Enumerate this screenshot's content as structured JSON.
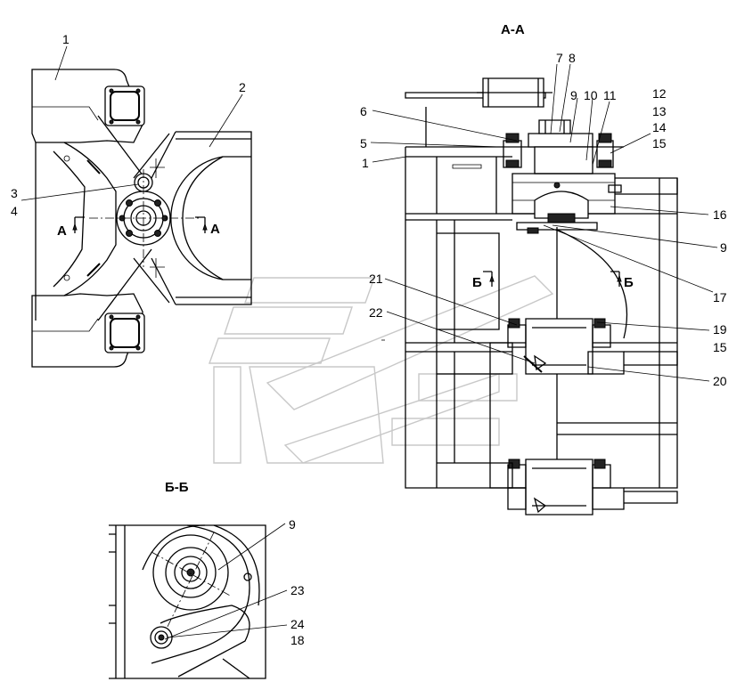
{
  "views": {
    "section_aa": "А-А",
    "section_bb": "Б-Б",
    "cut_a_left": "А",
    "cut_a_right": "А",
    "cut_b_left": "Б",
    "cut_b_right": "Б"
  },
  "callouts": {
    "left": {
      "c1": "1",
      "c2": "2",
      "c3": "3",
      "c4": "4"
    },
    "aa": {
      "c7": "7",
      "c8": "8",
      "c6": "6",
      "c9": "9",
      "c10": "10",
      "c11": "11",
      "c12": "12",
      "c13": "13",
      "c14": "14",
      "c15": "15",
      "c5": "5",
      "c1": "1",
      "c16": "16",
      "c9b": "9",
      "c17": "17",
      "c21": "21",
      "c22": "22",
      "c19": "19",
      "c15b": "15",
      "c20": "20"
    },
    "bb": {
      "c9": "9",
      "c23": "23",
      "c24": "24",
      "c18": "18"
    }
  }
}
